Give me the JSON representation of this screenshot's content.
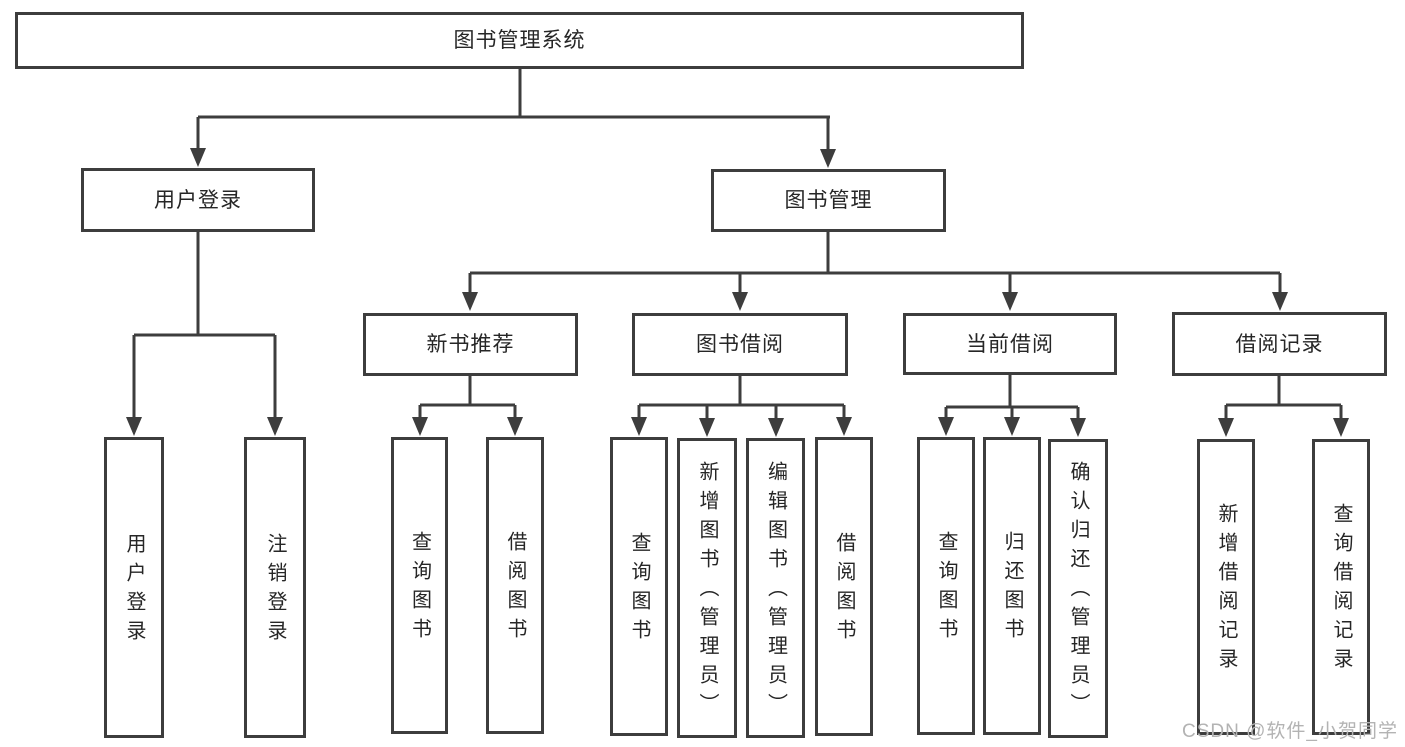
{
  "diagram": {
    "root": {
      "label": "图书管理系统"
    },
    "level2": [
      {
        "id": "user-login",
        "label": "用户登录"
      },
      {
        "id": "book-management",
        "label": "图书管理"
      }
    ],
    "level3": [
      {
        "id": "new-book-recommendation",
        "label": "新书推荐"
      },
      {
        "id": "book-borrowing",
        "label": "图书借阅"
      },
      {
        "id": "current-borrowing",
        "label": "当前借阅"
      },
      {
        "id": "borrowing-records",
        "label": "借阅记录"
      }
    ],
    "leaves": {
      "user_login": [
        "用户登录",
        "注销登录"
      ],
      "new_book_recommendation": [
        "查询图书",
        "借阅图书"
      ],
      "book_borrowing": [
        "查询图书",
        "新增图书（管理员）",
        "编辑图书（管理员）",
        "借阅图书"
      ],
      "current_borrowing": [
        "查询图书",
        "归还图书",
        "确认归还（管理员）"
      ],
      "borrowing_records": [
        "新增借阅记录",
        "查询借阅记录"
      ]
    }
  },
  "colors": {
    "line": "#3d3d3d",
    "text": "#262626",
    "watermark": "#b3b3b3",
    "background": "#ffffff"
  },
  "watermark": {
    "text": "CSDN @软件_小贺同学"
  }
}
